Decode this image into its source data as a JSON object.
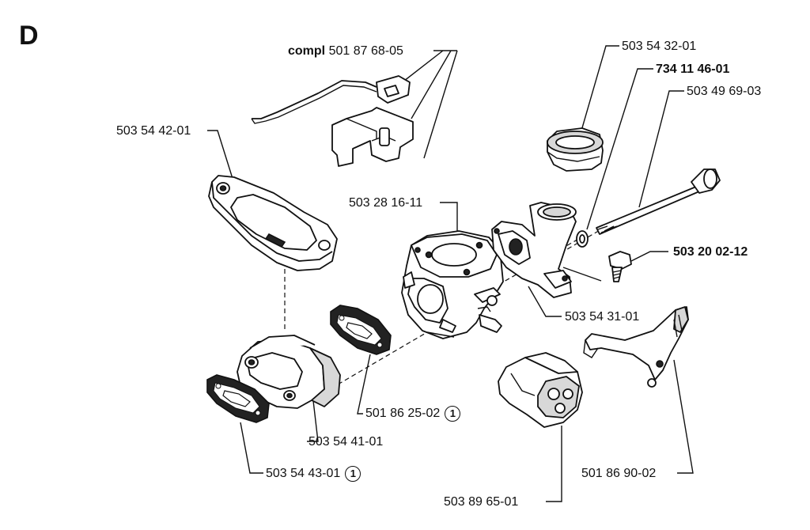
{
  "section": "D",
  "callouts": [
    {
      "id": "compl",
      "prefix": "compl",
      "number": "501 87 68-05",
      "bold": false,
      "note": ""
    },
    {
      "id": "c1",
      "prefix": "",
      "number": "503 54 32-01",
      "bold": false,
      "note": ""
    },
    {
      "id": "c2",
      "prefix": "",
      "number": "734 11 46-01",
      "bold": true,
      "note": ""
    },
    {
      "id": "c3",
      "prefix": "",
      "number": "503 49 69-03",
      "bold": false,
      "note": ""
    },
    {
      "id": "c4",
      "prefix": "",
      "number": "503 54 42-01",
      "bold": false,
      "note": ""
    },
    {
      "id": "c5",
      "prefix": "",
      "number": "503 28 16-11",
      "bold": false,
      "note": ""
    },
    {
      "id": "c6",
      "prefix": "",
      "number": "503 20 02-12",
      "bold": true,
      "note": ""
    },
    {
      "id": "c7",
      "prefix": "",
      "number": "503 54 31-01",
      "bold": false,
      "note": ""
    },
    {
      "id": "c8",
      "prefix": "",
      "number": "501 86 25-02",
      "bold": false,
      "note": "1"
    },
    {
      "id": "c9",
      "prefix": "",
      "number": "503 54 41-01",
      "bold": false,
      "note": ""
    },
    {
      "id": "c10",
      "prefix": "",
      "number": "503 54 43-01",
      "bold": false,
      "note": "1"
    },
    {
      "id": "c11",
      "prefix": "",
      "number": "501 86 90-02",
      "bold": false,
      "note": ""
    },
    {
      "id": "c12",
      "prefix": "",
      "number": "503 89 65-01",
      "bold": false,
      "note": ""
    }
  ]
}
